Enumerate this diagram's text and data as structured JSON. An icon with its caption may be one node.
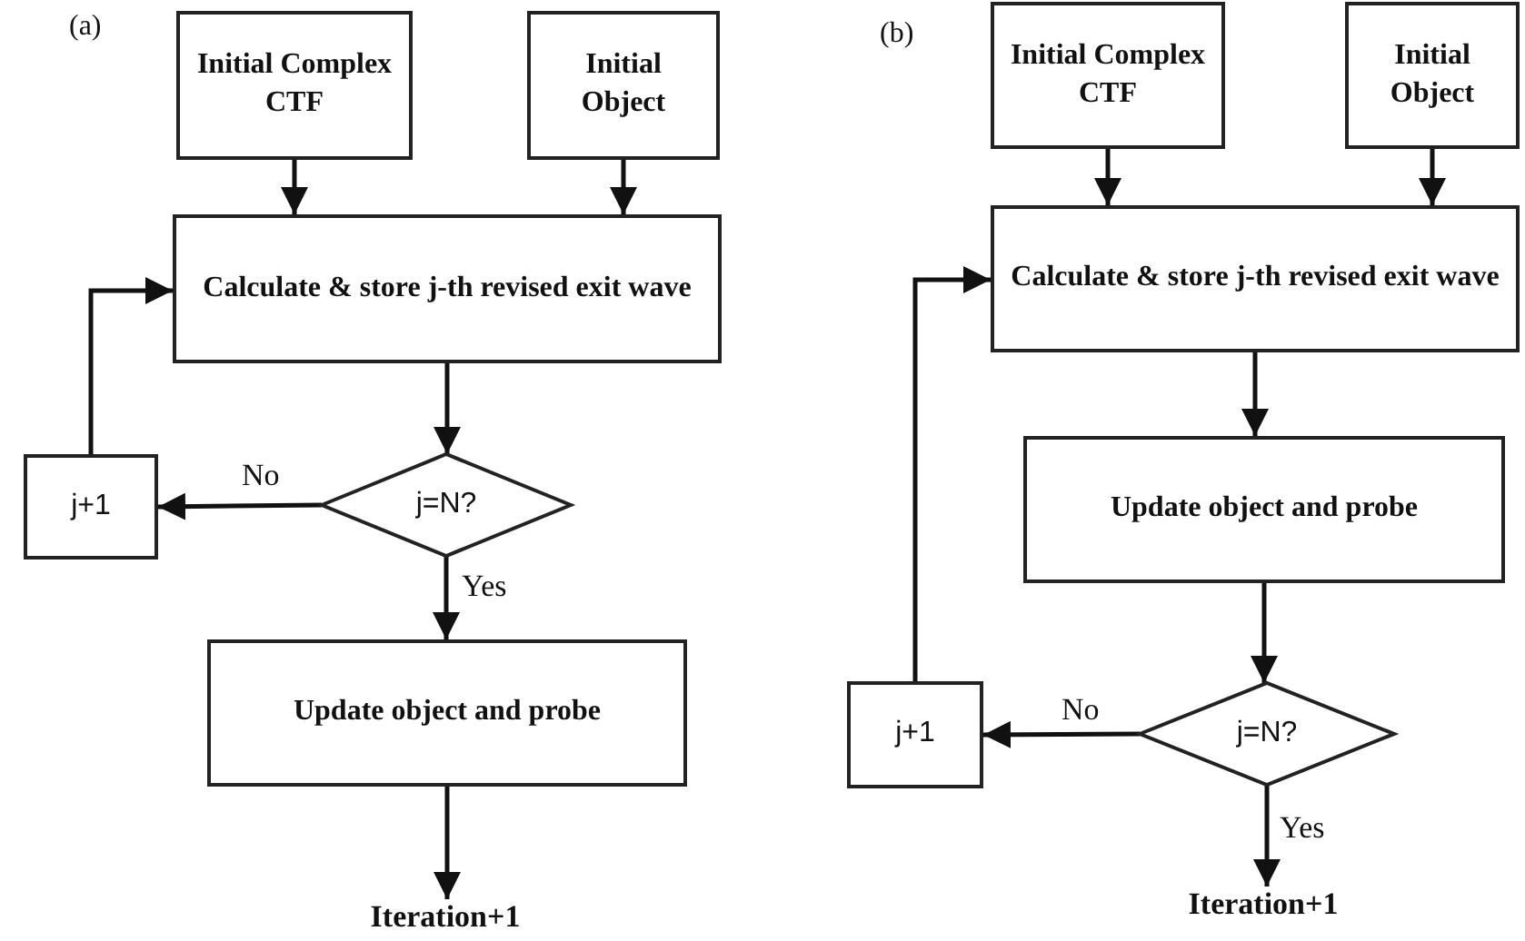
{
  "diagram": {
    "nodes": [
      {
        "text": [
          "Initial Complex CTF"
        ]
      },
      {
        "text": [
          "Initial Object"
        ]
      },
      {
        "text": [
          "Calculate & store j-th revised exit wave"
        ]
      },
      {
        "text": [
          "j=N?"
        ]
      },
      {
        "text": [
          "j+1"
        ]
      },
      {
        "text": [
          "Update object and probe"
        ]
      },
      {
        "text": [
          "Iteration+1"
        ]
      },
      {
        "text": [
          "Initial Complex CTF"
        ]
      },
      {
        "text": [
          "Initial Object"
        ]
      },
      {
        "text": [
          "Calculate & store j-th revised exit wave"
        ]
      },
      {
        "text": [
          "Update object and probe"
        ]
      },
      {
        "text": [
          "j=N?"
        ]
      },
      {
        "text": [
          "j+1"
        ]
      },
      {
        "text": [
          "Iteration+1"
        ]
      }
    ],
    "edges": [
      {
        "from": 0,
        "to": 2,
        "arrow": "to"
      },
      {
        "from": 1,
        "to": 2,
        "arrow": "to"
      },
      {
        "from": 2,
        "to": 3,
        "arrow": "to"
      },
      {
        "from": 3,
        "to": 4,
        "arrow": "to",
        "label": "No"
      },
      {
        "from": 4,
        "to": 2,
        "arrow": "to"
      },
      {
        "from": 3,
        "to": 5,
        "arrow": "to",
        "label": "Yes"
      },
      {
        "from": 5,
        "to": 6,
        "arrow": "to"
      },
      {
        "from": 7,
        "to": 9,
        "arrow": "to"
      },
      {
        "from": 8,
        "to": 9,
        "arrow": "to"
      },
      {
        "from": 9,
        "to": 10,
        "arrow": "to"
      },
      {
        "from": 10,
        "to": 11,
        "arrow": "to"
      },
      {
        "from": 11,
        "to": 12,
        "arrow": "to",
        "label": "No"
      },
      {
        "from": 12,
        "to": 9,
        "arrow": "to"
      },
      {
        "from": 11,
        "to": 13,
        "arrow": "to",
        "label": "Yes"
      }
    ],
    "labels": [
      "(a)",
      "(b)"
    ]
  }
}
